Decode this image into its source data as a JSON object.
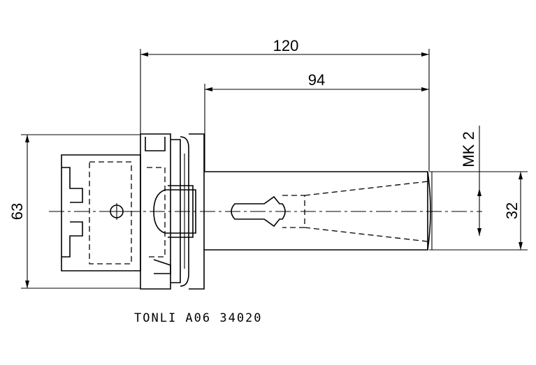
{
  "drawing": {
    "dimensions": {
      "overall_length": "120",
      "shank_length": "94",
      "flange_diameter": "63",
      "taper_diameter": "32",
      "taper_spec": "MK 2"
    },
    "caption": "TONLI A06 34020"
  }
}
